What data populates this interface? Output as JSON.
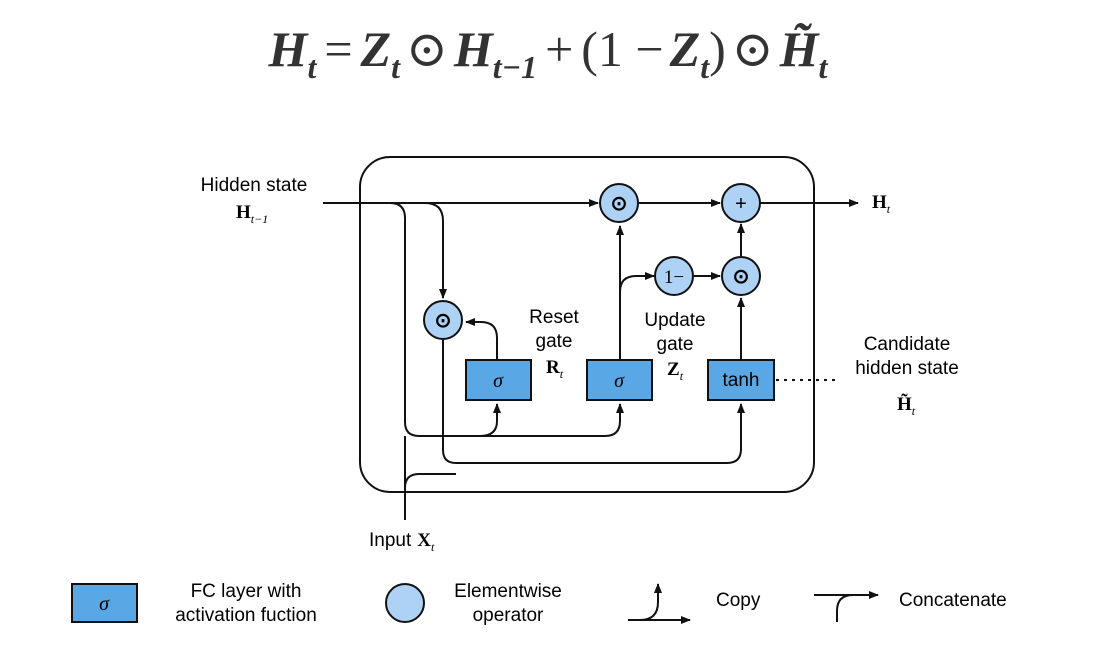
{
  "equation": {
    "lhs": "H",
    "lhs_sub": "t",
    "eq": "=",
    "z1": "Z",
    "z1_sub": "t",
    "odot1": "⊙",
    "h_prev": "H",
    "h_prev_sub": "t−1",
    "plus": "+",
    "lparen": "(1 −",
    "z2": "Z",
    "z2_sub": "t",
    "rparen": ")",
    "odot2": "⊙",
    "h_tilde": "H̃",
    "h_tilde_sub": "t"
  },
  "diagram": {
    "hidden_state_label": "Hidden state",
    "h_prev": "H",
    "h_prev_sub": "t−1",
    "h_out": "H",
    "h_out_sub": "t",
    "reset_gate_line1": "Reset",
    "reset_gate_line2": "gate",
    "r": "R",
    "r_sub": "t",
    "update_gate_line1": "Update",
    "update_gate_line2": "gate",
    "z": "Z",
    "z_sub": "t",
    "candidate_line1": "Candidate",
    "candidate_line2": "hidden state",
    "h_cand": "H̃",
    "h_cand_sub": "t",
    "input_label": "Input",
    "x": "X",
    "x_sub": "t",
    "sigma": "σ",
    "tanh": "tanh",
    "odot": "⊙",
    "plus": "+",
    "one_minus": "1−"
  },
  "legend": {
    "fc_sigma": "σ",
    "fc_line1": "FC layer with",
    "fc_line2": "activation fuction",
    "elem_line1": "Elementwise",
    "elem_line2": "operator",
    "copy": "Copy",
    "concat": "Concatenate"
  },
  "colors": {
    "box_fill": "#5aa7e6",
    "circle_fill": "#aed2f5",
    "stroke": "#111111"
  }
}
